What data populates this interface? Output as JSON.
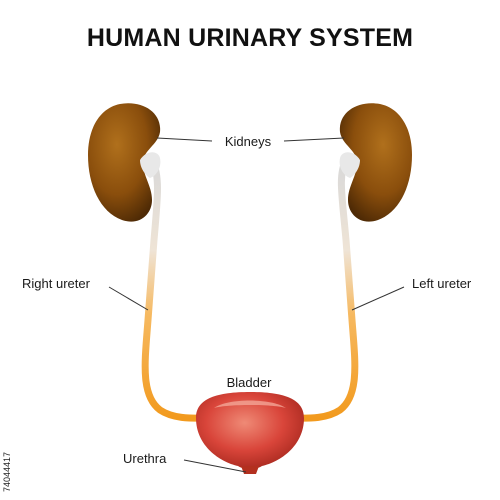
{
  "title": "HUMAN URINARY SYSTEM",
  "labels": {
    "kidneys": "Kidneys",
    "right_ureter": "Right ureter",
    "left_ureter": "Left ureter",
    "bladder": "Bladder",
    "urethra": "Urethra"
  },
  "stock_id": "74044417",
  "colors": {
    "kidney": "#8a4e0c",
    "ureter": "#f5a623",
    "bladder": "#d9453a",
    "leader_line": "#333333"
  }
}
